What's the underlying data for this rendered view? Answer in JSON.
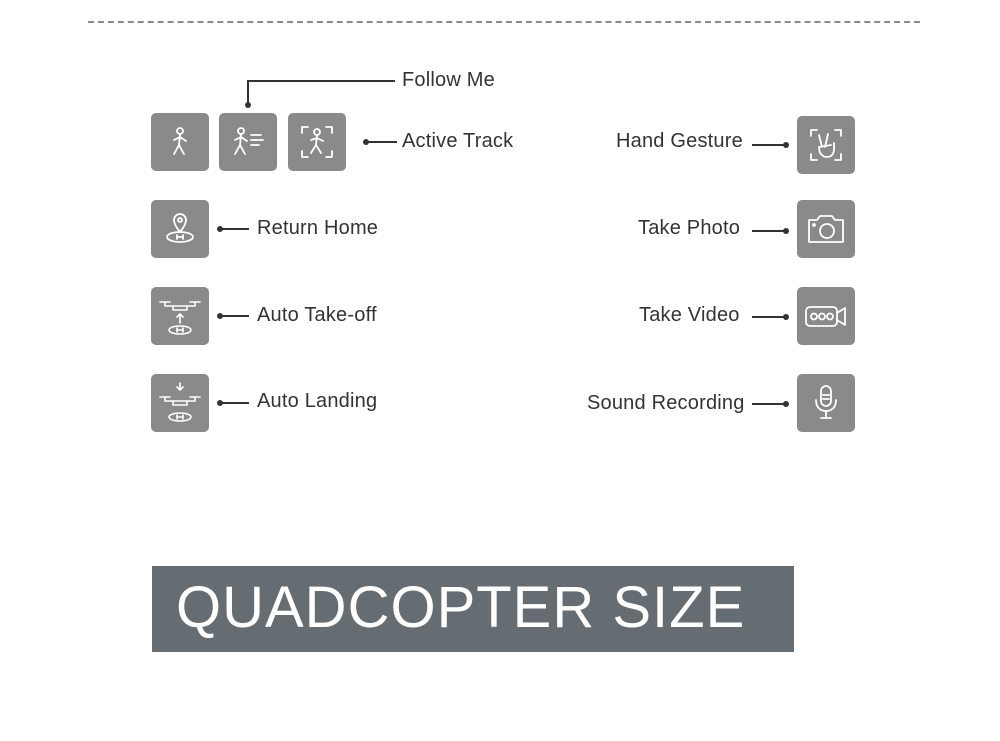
{
  "labels": {
    "follow_me": "Follow Me",
    "active_track": "Active Track",
    "return_home": "Return Home",
    "auto_takeoff": "Auto Take-off",
    "auto_landing": "Auto Landing",
    "hand_gesture": "Hand Gesture",
    "take_photo": "Take Photo",
    "take_video": "Take Video",
    "sound_recording": "Sound Recording"
  },
  "banner": {
    "title": "QUADCOPTER SIZE"
  },
  "icons": [
    "walking-person-icon",
    "follow-me-icon",
    "active-track-icon",
    "return-home-icon",
    "auto-takeoff-icon",
    "auto-landing-icon",
    "hand-gesture-icon",
    "camera-icon",
    "video-camera-icon",
    "microphone-icon"
  ],
  "colors": {
    "tile": "#8a8a8a",
    "banner": "#656c72",
    "text": "#333333"
  }
}
